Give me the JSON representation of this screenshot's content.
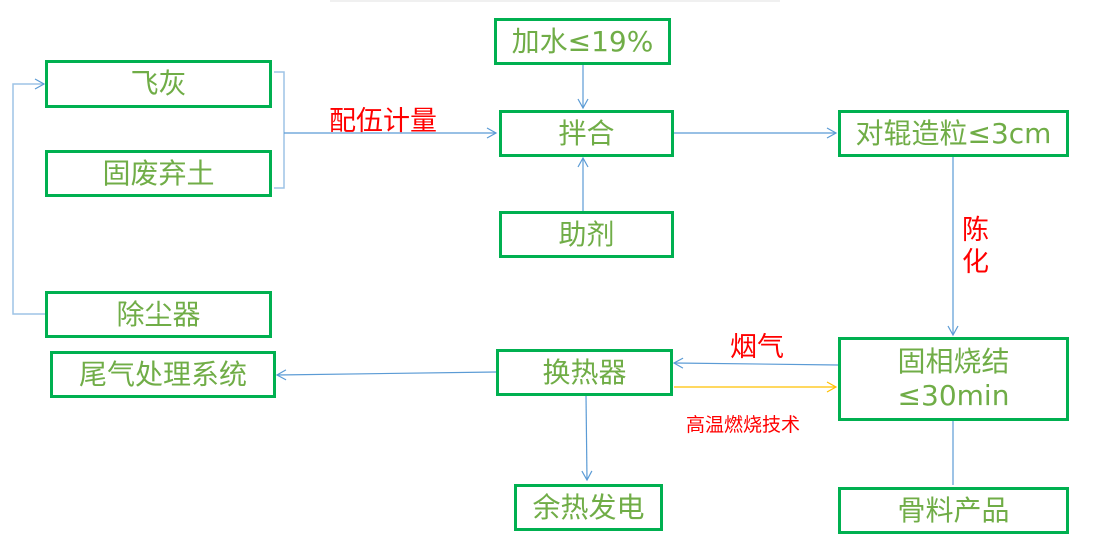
{
  "nodes": {
    "fly_ash": "飞灰",
    "solid_waste": "固废弃土",
    "dust_collector": "除尘器",
    "exhaust_system": "尾气处理系统",
    "add_water": "加水≤19%",
    "mixing": "拌合",
    "additive": "助剂",
    "heat_exchanger": "换热器",
    "waste_heat_power": "余热发电",
    "roller_granulation": "对辊造粒≤3cm",
    "sintering_line1": "固相烧结",
    "sintering_line2": "≤30min",
    "aggregate_product": "骨料产品"
  },
  "labels": {
    "proportioning": "配伍计量",
    "aging_1": "陈",
    "aging_2": "化",
    "flue_gas": "烟气",
    "high_temp_combustion": "高温燃烧技术"
  },
  "colors": {
    "box_border": "#00b050",
    "box_text": "#70ad47",
    "label": "#ff0000",
    "arrow": "#5b9bd5",
    "heat_arrow": "#ffc000"
  }
}
